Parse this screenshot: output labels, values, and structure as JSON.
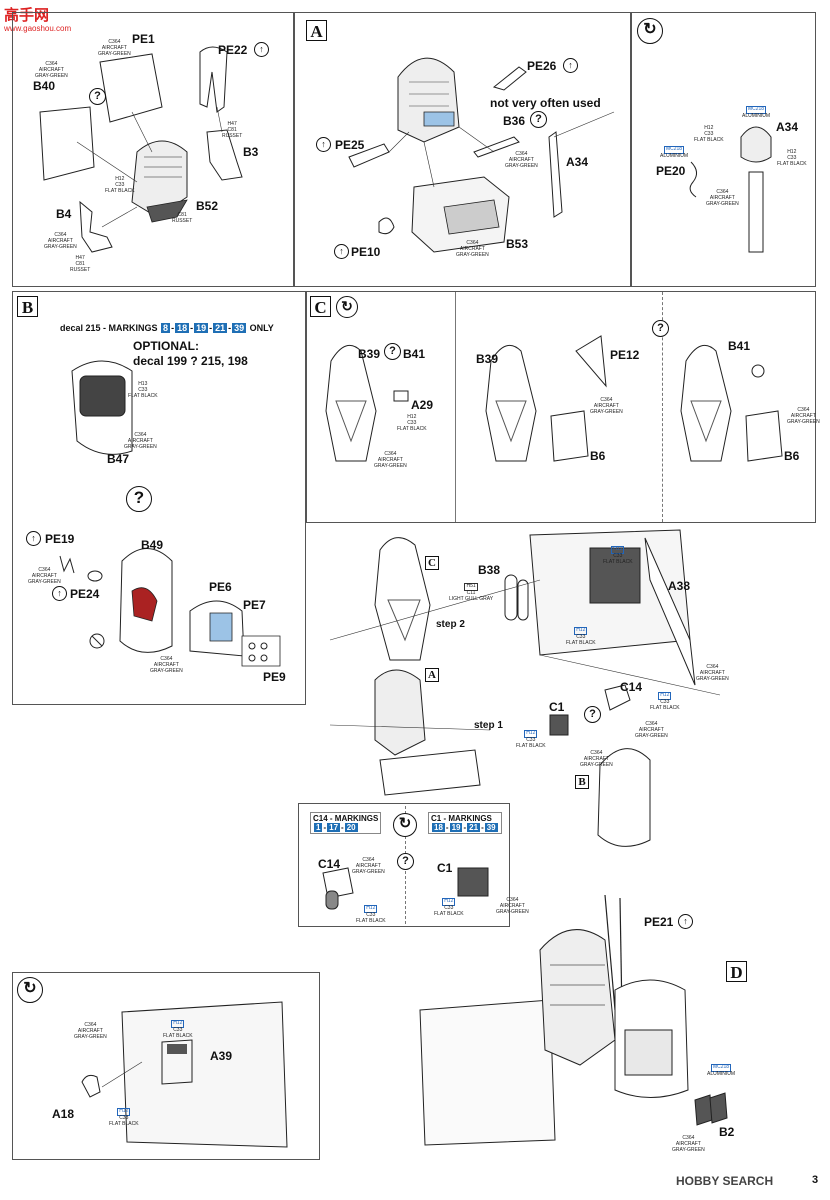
{
  "watermark": {
    "top_left_logo": "高手网",
    "top_left_url": "www.gaoshou.com",
    "bottom_right": "HOBBY SEARCH"
  },
  "page_number": "3",
  "paints": {
    "c364": [
      "C364",
      "AIRCRAFT",
      "GRAY-GREEN"
    ],
    "h12_c33": [
      "H12",
      "C33",
      "FLAT BLACK"
    ],
    "h12_c33_pe": [
      "H12",
      "C33",
      "FLAT BLACK"
    ],
    "h47_c81": [
      "H47",
      "C81",
      "RUSSET"
    ],
    "c81": [
      "C81",
      "RUSSET"
    ],
    "mc218": [
      "MC218",
      "ALUMINIUM"
    ],
    "h51_c11": [
      "H51",
      "C11",
      "LIGHT GULL GRAY"
    ],
    "h13_c33": [
      "H13",
      "C33",
      "FLAT BLACK"
    ]
  },
  "panel_a": {
    "letter": "A",
    "parts": {
      "pe1": "PE1",
      "pe22": "PE22",
      "b40": "B40",
      "b3": "B3",
      "b52": "B52",
      "b4": "B4",
      "pe26": "PE26",
      "pe25": "PE25",
      "b36": "B36",
      "a34": "A34",
      "a34b": "A34",
      "pe10": "PE10",
      "b53": "B53",
      "pe20": "PE20"
    },
    "note": "not very often used"
  },
  "panel_b": {
    "letter": "B",
    "decal_note_prefix": "decal 215 - MARKINGS",
    "markings": [
      "8",
      "18",
      "19",
      "21",
      "39"
    ],
    "decal_note_suffix": "ONLY",
    "optional_label": "OPTIONAL:",
    "optional_text": "decal 199 ? 215, 198",
    "parts": {
      "b47": "B47",
      "pe19": "PE19",
      "pe24": "PE24",
      "b49": "B49",
      "pe6": "PE6",
      "pe7": "PE7",
      "pe9": "PE9"
    }
  },
  "panel_c": {
    "letter": "C",
    "parts": {
      "b39": "B39",
      "b41": "B41",
      "a29": "A29",
      "b39b": "B39",
      "pe12": "PE12",
      "b6": "B6",
      "b41b": "B41",
      "b6b": "B6"
    }
  },
  "assembly": {
    "parts": {
      "b38": "B38",
      "a38": "A38",
      "c14": "C14",
      "c1": "C1"
    },
    "step1": "step 1",
    "step2": "step 2",
    "ref_c": "C",
    "ref_a": "A",
    "ref_b": "B",
    "variant_c14_title": "C14 - MARKINGS",
    "variant_c14_marks": [
      "1",
      "17",
      "20"
    ],
    "variant_c1_title": "C1 - MARKINGS",
    "variant_c1_marks": [
      "18",
      "19",
      "21",
      "39"
    ],
    "variant_c14_part": "C14",
    "variant_c1_part": "C1"
  },
  "bottom_left": {
    "parts": {
      "a39": "A39",
      "a18": "A18"
    }
  },
  "panel_d": {
    "letter": "D",
    "parts": {
      "pe21": "PE21",
      "b2": "B2"
    }
  }
}
